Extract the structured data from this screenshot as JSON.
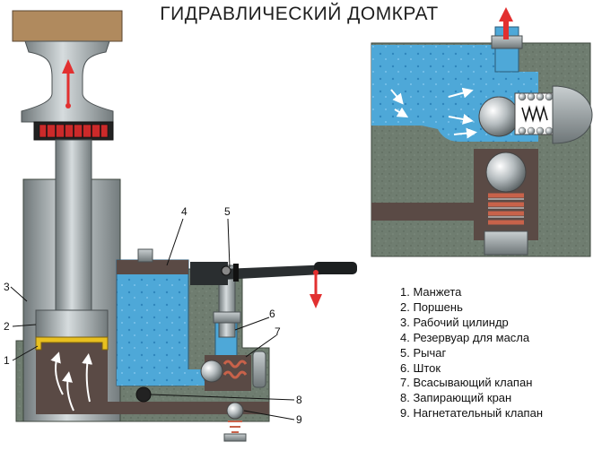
{
  "title": "ГИДРАВЛИЧЕСКИЙ ДОМКРАТ",
  "callouts": {
    "c1": "1",
    "c2": "2",
    "c3": "3",
    "c4": "4",
    "c5": "5",
    "c6": "6",
    "c7": "7",
    "c8": "8",
    "c9": "9"
  },
  "legend": [
    "1. Манжета",
    "2. Поршень",
    "3. Рабочий цилиндр",
    "4. Резервуар для масла",
    "5. Рычаг",
    "6. Шток",
    "7. Всасывающий клапан",
    "8. Запирающий кран",
    "9. Нагнетательный клапан"
  ],
  "colors": {
    "housing": "#6b7a6c",
    "oil": "#4ea8d8",
    "pressure_oil": "#5a4a45",
    "metal": "#9aa3a6",
    "arrow": "#e23030",
    "spring": "#c8624a",
    "load_block": "#b08a5e"
  }
}
